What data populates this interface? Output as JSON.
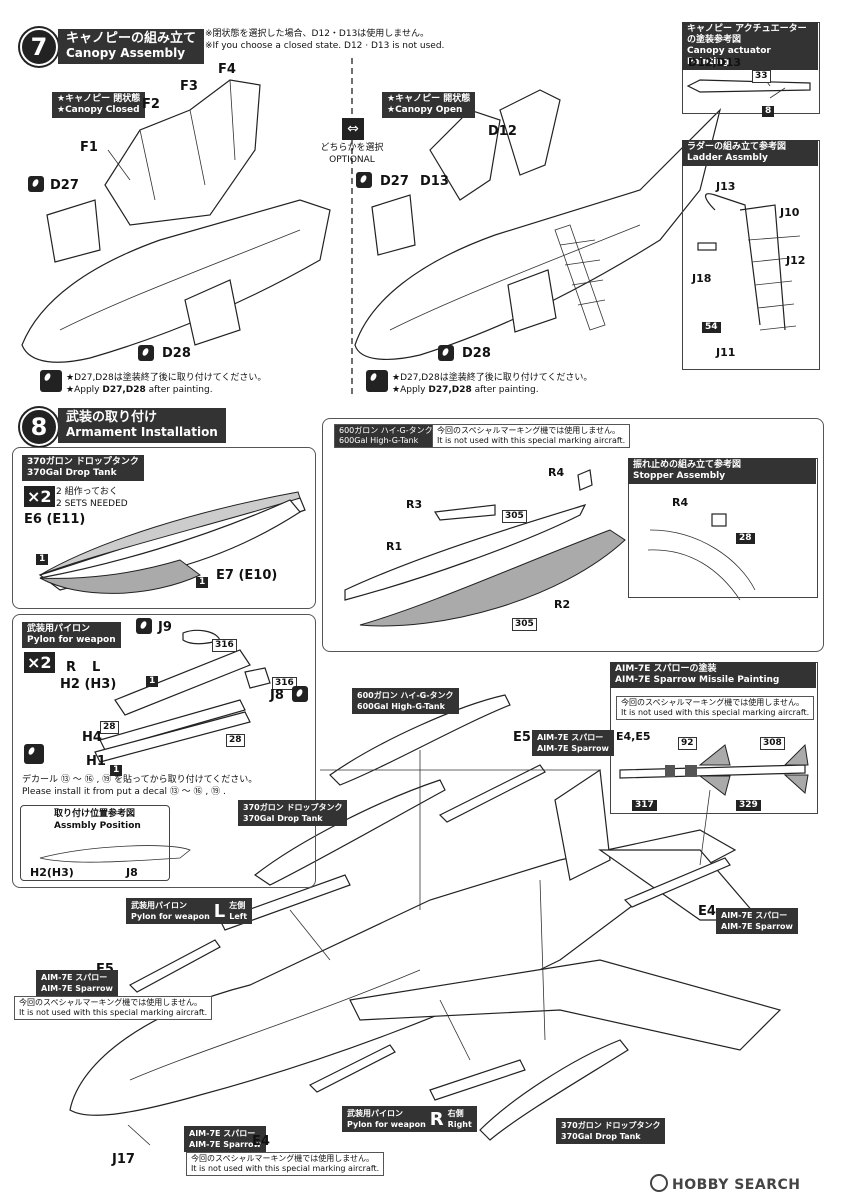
{
  "step7": {
    "number": "7",
    "title_ja": "キャノピーの組み立て",
    "title_en": "Canopy Assembly",
    "note_ja": "※閉状態を選択した場合、D12・D13は使用しません。",
    "note_en": "※If you choose a closed state. D12 · D13 is not used.",
    "closed_ja": "★キャノピー 閉状態",
    "closed_en": "★Canopy Closed",
    "open_ja": "★キャノピー 開状態",
    "open_en": "★Canopy Open",
    "optional_ja": "どちらかを選択",
    "optional_en": "OPTIONAL",
    "parts_closed": [
      "F4",
      "F3",
      "F2",
      "F1",
      "D27",
      "D28"
    ],
    "parts_open": [
      "D12",
      "D27",
      "D13",
      "D28"
    ],
    "paint_note_ja": "★D27,D28は塗装終了後に取り付けてください。",
    "paint_note_en_prefix": "★Apply",
    "paint_note_en_parts": "D27,D28",
    "paint_note_en_suffix": "after painting."
  },
  "canopy_actuator": {
    "title_ja": "キャノピー アクチュエーターの塗装参考図",
    "title_en": "Canopy actuator Painting",
    "parts": "D12,D13",
    "colors": [
      "33",
      "8"
    ]
  },
  "ladder": {
    "title_ja": "ラダーの組み立て参考図",
    "title_en": "Ladder Assmbly",
    "parts": [
      "J13",
      "J10",
      "J12",
      "J18",
      "J11"
    ],
    "color": "54"
  },
  "step8": {
    "number": "8",
    "title_ja": "武装の取り付け",
    "title_en": "Armament Installation"
  },
  "drop_tank_370": {
    "tag_ja": "370ガロン ドロップタンク",
    "tag_en": "370Gal Drop Tank",
    "qty": "×2",
    "qty_ja": "2 組作っておく",
    "qty_en": "2 SETS NEEDED",
    "parts": [
      "E6 (E11)",
      "E7 (E10)"
    ],
    "color": "1"
  },
  "high_g_tank": {
    "tag_ja": "600ガロン ハイ-G-タンク",
    "tag_en": "600Gal High-G-Tank",
    "note_ja": "今回のスペシャルマーキング機では使用しません。",
    "note_en": "It is not used with this special marking aircraft.",
    "parts": [
      "R4",
      "R3",
      "R1",
      "R2"
    ],
    "colors": [
      "305",
      "305"
    ]
  },
  "stopper": {
    "title_ja": "振れ止めの組み立て参考図",
    "title_en": "Stopper Assembly",
    "part": "R4",
    "color": "28"
  },
  "pylon": {
    "tag_ja": "武装用パイロン",
    "tag_en": "Pylon for weapon",
    "qty": "×2",
    "sides": [
      "R",
      "L"
    ],
    "parts": [
      "J9",
      "H2 (H3)",
      "J8",
      "H4",
      "H1"
    ],
    "colors": [
      "316",
      "316",
      "1",
      "28",
      "28",
      "1"
    ],
    "decal_note_ja": "デカール ⑬ 〜 ⑯ , ⑲ を貼ってから取り付けてください。",
    "decal_note_en": "Please install it from put a decal ⑬ 〜 ⑯ , ⑲ .",
    "position_ja": "取り付け位置参考図",
    "position_en": "Assmbly Position",
    "position_parts": [
      "H2(H3)",
      "J8"
    ]
  },
  "aim7e_painting": {
    "title_ja": "AIM-7E スパローの塗装",
    "title_en": "AIM-7E Sparrow Missile Painting",
    "note_ja": "今回のスペシャルマーキング機では使用しません。",
    "note_en": "It is not used with this special marking aircraft.",
    "parts": "E4,E5",
    "colors": [
      "92",
      "308",
      "317",
      "329"
    ]
  },
  "main_assembly": {
    "labels": {
      "hg_tank_ja": "600ガロン ハイ-G-タンク",
      "hg_tank_en": "600Gal High-G-Tank",
      "aim_ja": "AIM-7E スパロー",
      "aim_en": "AIM-7E Sparrow",
      "e5": "E5",
      "e4": "E4",
      "j17": "J17",
      "drop_ja": "370ガロン ドロップタンク",
      "drop_en": "370Gal Drop Tank",
      "pylon_l_ja": "武装用パイロン",
      "pylon_l_en": "Pylon for weapon",
      "side_l": "L",
      "left_ja": "左側",
      "left_en": "Left",
      "pylon_r_ja": "武装用パイロン",
      "pylon_r_en": "Pylon for weapon",
      "side_r": "R",
      "right_ja": "右側",
      "right_en": "Right",
      "not_used_ja": "今回のスペシャルマーキング機では使用しません。",
      "not_used_en": "It is not used with this special marking aircraft."
    }
  },
  "watermark": "HOBBY SEARCH"
}
